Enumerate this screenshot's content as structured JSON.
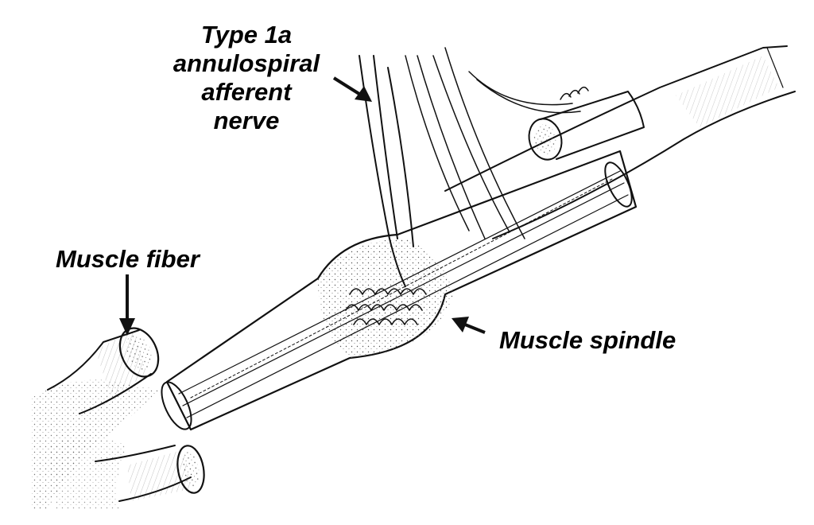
{
  "labels": {
    "nerve_line1": "Type 1a",
    "nerve_line2": "annulospiral",
    "nerve_line3": "afferent",
    "nerve_line4": "nerve",
    "muscle_fiber": "Muscle fiber",
    "muscle_spindle": "Muscle spindle"
  },
  "colors": {
    "ink": "#111111",
    "background": "#ffffff",
    "stipple": "#555555"
  }
}
